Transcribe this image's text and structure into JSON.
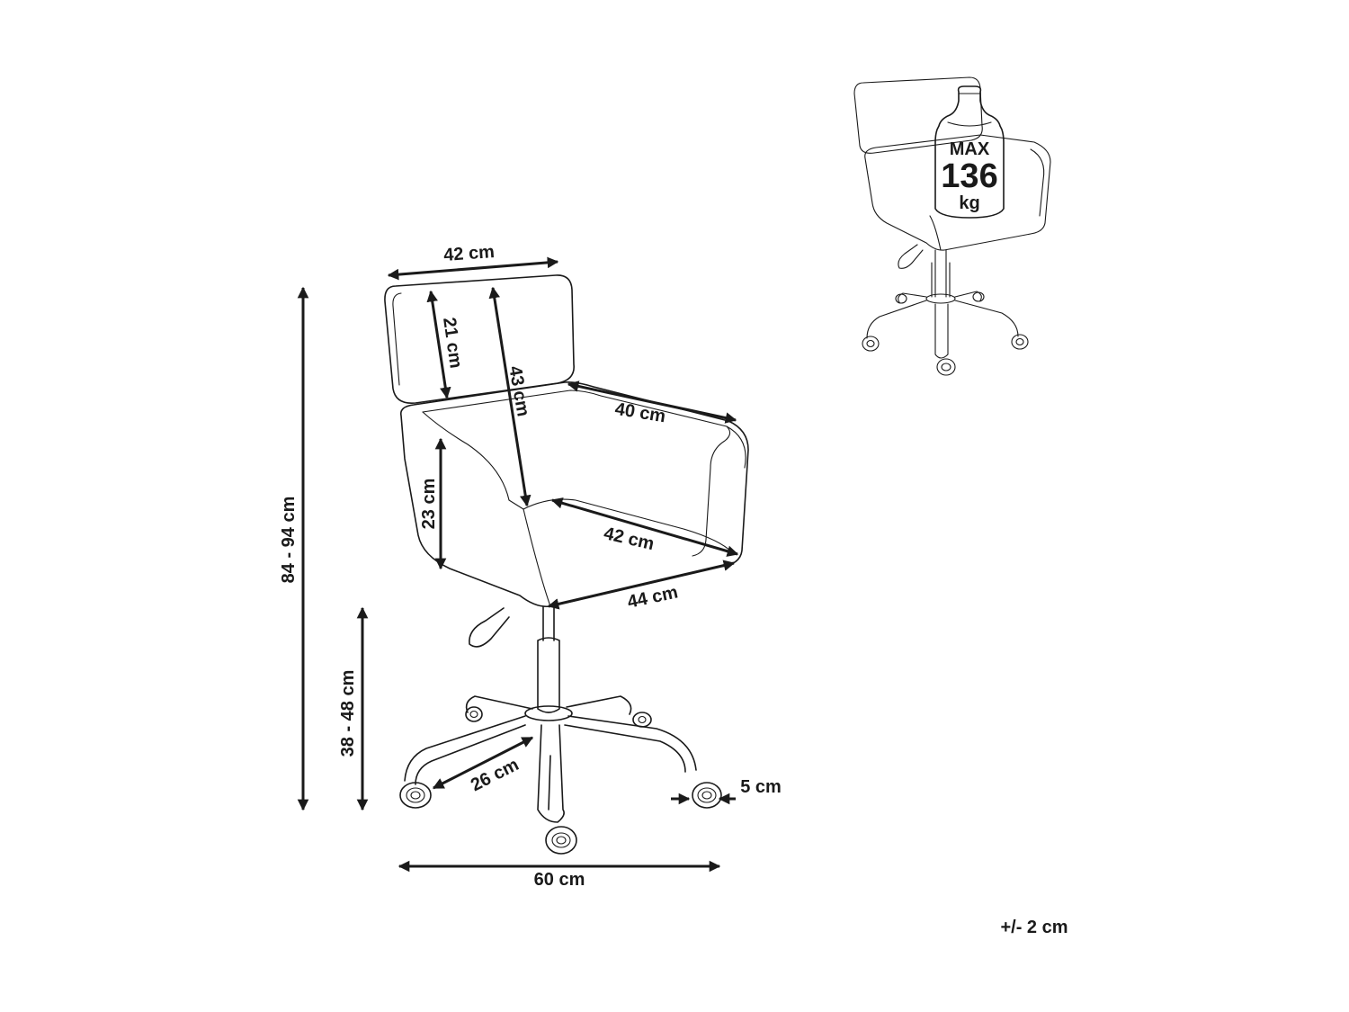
{
  "dimensions": {
    "backrest_width": "42 cm",
    "backrest_height": "21 cm",
    "back_height": "43 cm",
    "armrest_depth": "40 cm",
    "armrest_height": "23 cm",
    "seat_depth": "42 cm",
    "seat_width": "44 cm",
    "total_height": "84 - 94 cm",
    "seat_height": "38 - 48 cm",
    "leg_length": "26 cm",
    "wheel_diameter": "5 cm",
    "base_diameter": "60 cm"
  },
  "tolerance": "+/- 2 cm",
  "max_load": {
    "line1": "MAX",
    "line2": "136",
    "line3": "kg"
  }
}
